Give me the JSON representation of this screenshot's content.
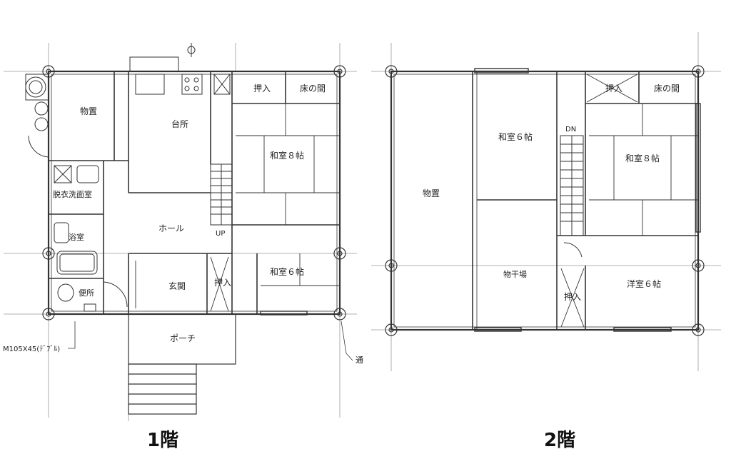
{
  "floor1": {
    "label": "1階",
    "rooms": {
      "storage": "物置",
      "kitchen": "台所",
      "oshiire_top": "押入",
      "tokonoma": "床の間",
      "washitsu8": "和室８帖",
      "dressing": "脱衣洗面室",
      "hall": "ホール",
      "up": "UP",
      "bath": "浴室",
      "toilet": "便所",
      "entrance": "玄関",
      "oshiire_mid": "押入",
      "washitsu6": "和室６帖",
      "porch": "ポーチ"
    },
    "annotations": {
      "meter": "M105X45(ﾃﾞﾌﾞﾙ)",
      "note": "通"
    }
  },
  "floor2": {
    "label": "2階",
    "rooms": {
      "storage": "物置",
      "washitsu6": "和室６帖",
      "dn": "DN",
      "oshiire_top": "押入",
      "tokonoma": "床の間",
      "washitsu8": "和室８帖",
      "drying": "物干場",
      "oshiire_low": "押入",
      "youshitsu6": "洋室６帖"
    }
  }
}
